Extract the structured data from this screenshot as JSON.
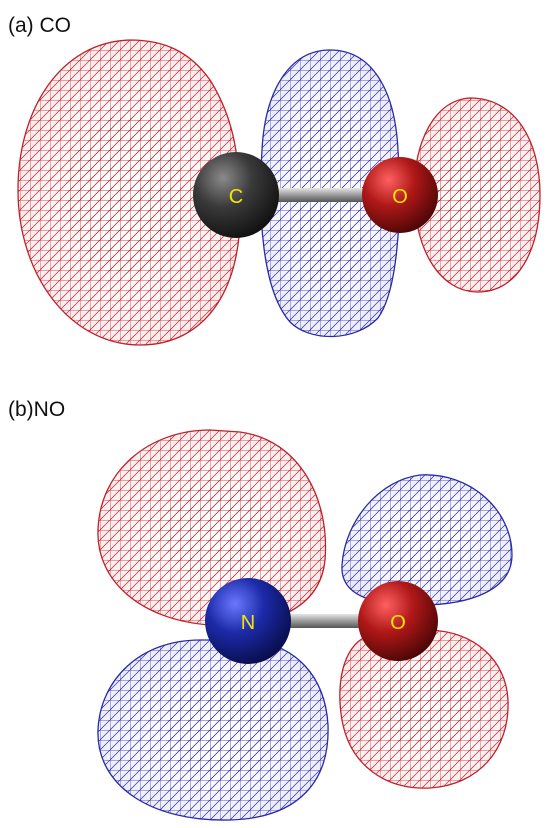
{
  "panels": [
    {
      "label": "(a) CO",
      "atoms": [
        {
          "symbol": "C",
          "color": "#2b2b2b"
        },
        {
          "symbol": "O",
          "color": "#b01818"
        }
      ]
    },
    {
      "label": "(b)NO",
      "atoms": [
        {
          "symbol": "N",
          "color": "#1c2aa8"
        },
        {
          "symbol": "O",
          "color": "#b01818"
        }
      ]
    }
  ],
  "colors": {
    "positive_lobe": "#c0202a",
    "negative_lobe": "#2a2aa8",
    "atom_label": "#f2e600",
    "bond": "#9a9a9a"
  }
}
